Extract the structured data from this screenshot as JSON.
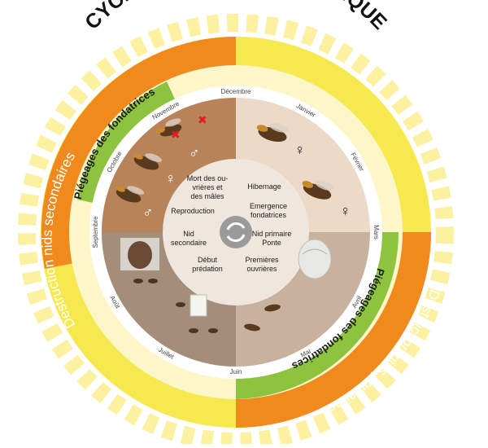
{
  "title": "CYCLES DU FRELON ASIATIQUE",
  "months": [
    "Décembre",
    "Janvier",
    "Février",
    "Mars",
    "Avril",
    "Mai",
    "Juin",
    "Juillet",
    "Août",
    "Septembre",
    "Octobre",
    "Novembre"
  ],
  "outer_labels": {
    "left": "Destruction nids secondaires",
    "right": "Destruction nids primaires"
  },
  "green_labels": {
    "top": "Piégeages des fondatrices",
    "bottom": "Piégeages des fondatrices"
  },
  "center_phrases": {
    "q1": [
      "Mort des ou-",
      "vrières et",
      "des mâles"
    ],
    "q1b": "Reproduction",
    "q2": "Hibernage",
    "q2b": [
      "Emergence",
      "fondatrices"
    ],
    "q3": [
      "Nid",
      "secondaire"
    ],
    "q3b": [
      "Début",
      "prédation"
    ],
    "q4": [
      "Nid primaire",
      "Ponte"
    ],
    "q4b": [
      "Premières",
      "ouvrières"
    ]
  },
  "symbols": {
    "male": "♂",
    "female": "♀",
    "cross": "✖"
  },
  "colors": {
    "orange": "#f08a1c",
    "green": "#8dc33f",
    "yellow": "#f6e34c",
    "pale_yellow": "#fbf4a6",
    "brown": "#b9835a",
    "beige": "#ecd9c8",
    "taupe": "#a48d79",
    "center": "#efe7de"
  }
}
